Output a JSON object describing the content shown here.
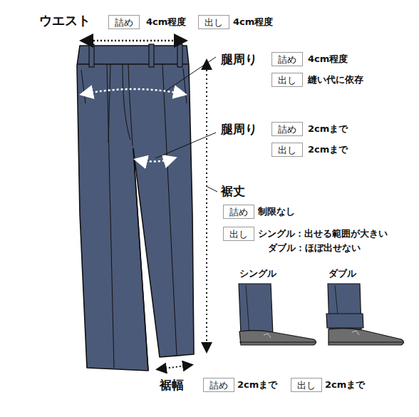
{
  "diagram": {
    "nodes": [
      {
        "text": [
          "詰め"
        ]
      },
      {
        "text": [
          "出し"
        ]
      },
      {
        "text": [
          "詰め"
        ]
      },
      {
        "text": [
          "出し"
        ]
      },
      {
        "text": [
          "詰め"
        ]
      },
      {
        "text": [
          "出し"
        ]
      },
      {
        "text": [
          "詰め"
        ]
      },
      {
        "text": [
          "出し"
        ]
      },
      {
        "text": [
          "詰め"
        ]
      },
      {
        "text": [
          "出し"
        ]
      }
    ],
    "labels": [
      "ウエスト",
      "4cm程度",
      "4cm程度",
      "腿周り",
      "4cm程度",
      "縫い代に依存",
      "腿周り",
      "2cmまで",
      "2cmまで",
      "裾丈",
      "制限なし",
      "シングル：出せる範囲が大きい",
      "ダブル：ほぼ出せない",
      "シングル",
      "ダブル",
      "裾幅",
      "2cmまで",
      "2cmまで"
    ]
  }
}
